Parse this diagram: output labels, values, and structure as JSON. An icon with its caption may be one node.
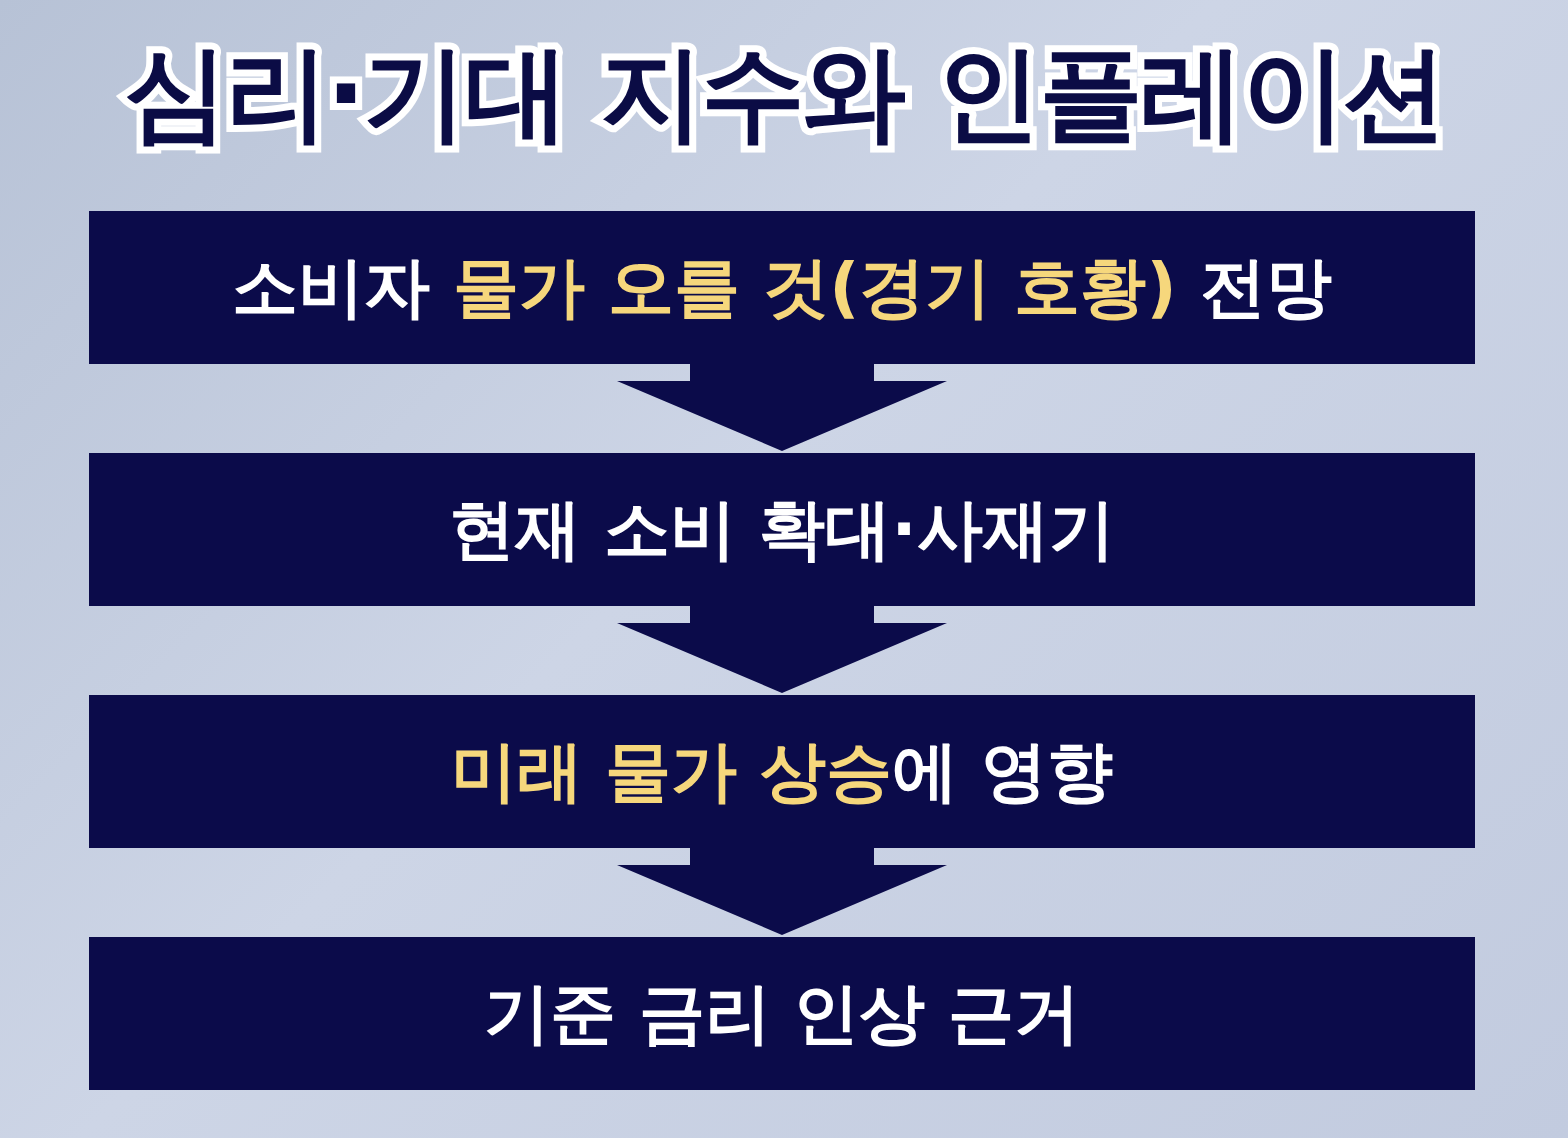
{
  "diagram": {
    "title": "심리·기대 지수와 인플레이션",
    "nodes": [
      {
        "text": [
          "소비자 **물가 오를 것(경기 호황)** 전망"
        ]
      },
      {
        "text": [
          "현재 소비 확대·사재기"
        ]
      },
      {
        "text": [
          "**미래 물가 상승**에 영향"
        ]
      },
      {
        "text": [
          "기준 금리 인상 근거"
        ]
      }
    ],
    "edges": [
      {
        "from": 0,
        "to": 1,
        "arrow": "to"
      },
      {
        "from": 1,
        "to": 2,
        "arrow": "to"
      },
      {
        "from": 2,
        "to": 3,
        "arrow": "to"
      }
    ]
  }
}
